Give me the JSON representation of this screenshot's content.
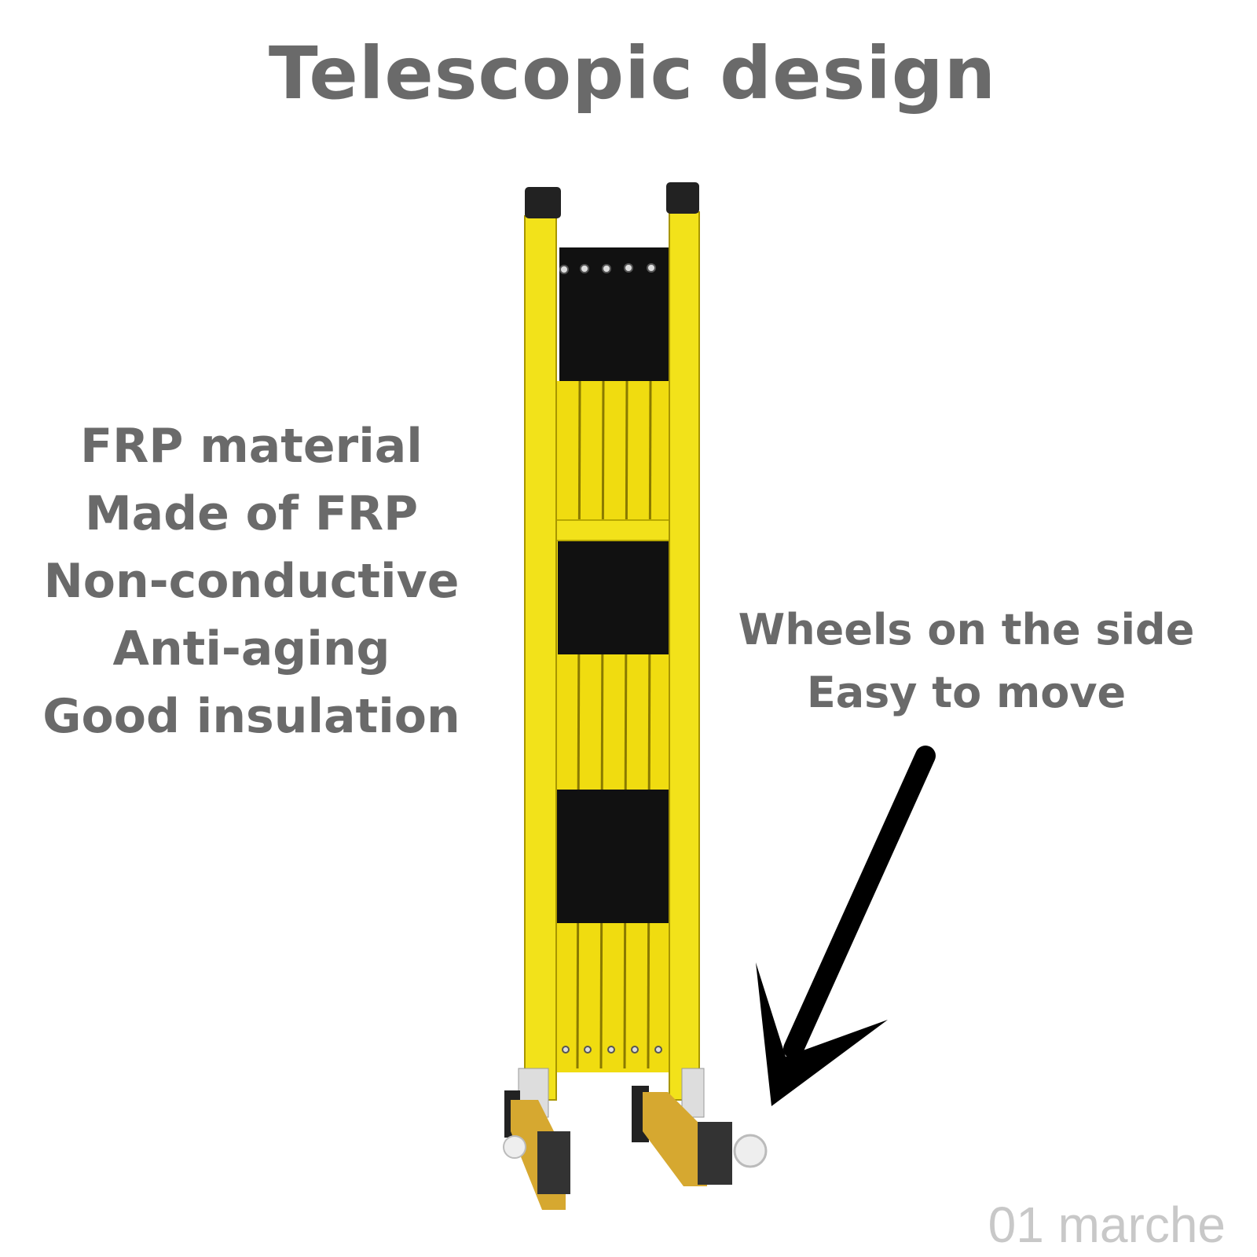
{
  "title": "Telescopic design",
  "features_left": [
    "FRP material",
    "Made of FRP",
    "Non-conductive",
    "Anti-aging",
    "Good insulation"
  ],
  "features_right": [
    "Wheels on the side",
    "Easy to move"
  ],
  "watermark": "01 marche",
  "colors": {
    "text": "#6a6a6a",
    "barrier_yellow": "#f2e21a",
    "barrier_black": "#111111",
    "watermark": "#c8c8c8"
  }
}
